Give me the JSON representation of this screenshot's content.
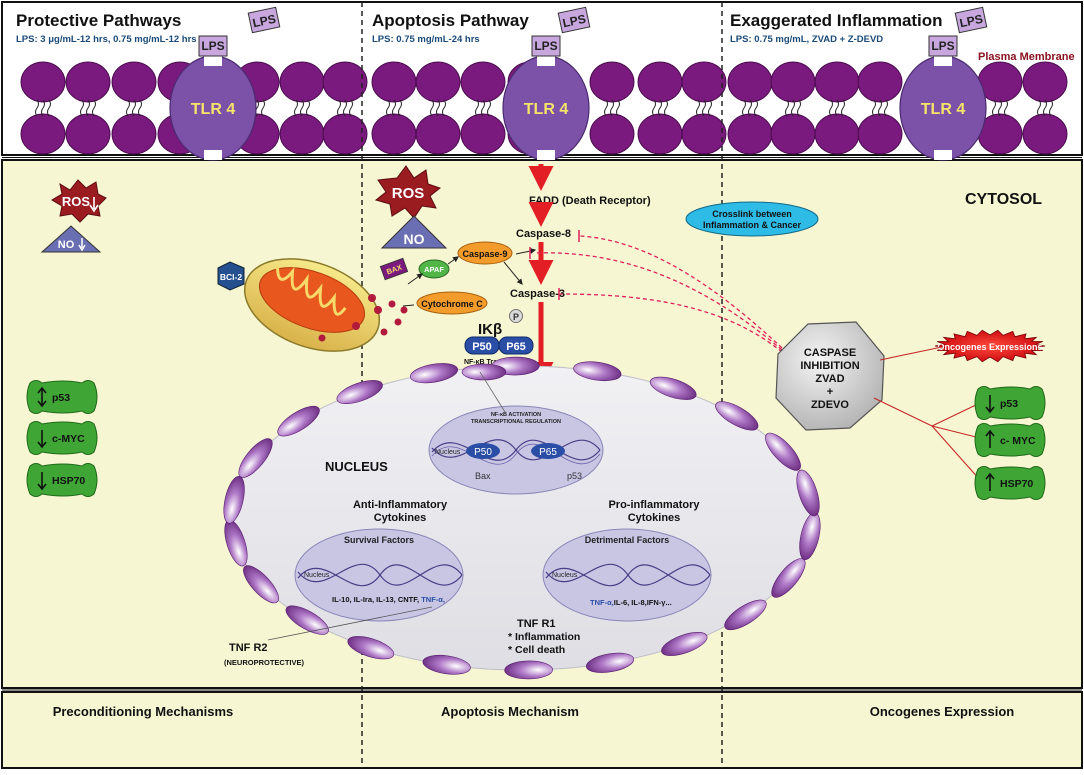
{
  "panels": [
    {
      "title": "Protective Pathways",
      "subtitle": "LPS: 3 μg/mL-12 hrs, 0.75 mg/mL-12 hrs",
      "footer": "Preconditioning Mechanisms"
    },
    {
      "title": "Apoptosis Pathway",
      "subtitle": "LPS: 0.75 mg/mL-24 hrs",
      "footer": "Apoptosis Mechanism"
    },
    {
      "title": "Exaggerated Inflammation",
      "subtitle": "LPS: 0.75 mg/mL, ZVAD + Z-DEVD",
      "footer": "Oncogenes Expression"
    }
  ],
  "lps_label": "LPS",
  "tlr_label": "TLR 4",
  "plasma_membrane_label": "Plasma Membrane",
  "cytosol_label": "CYTOSOL",
  "protective": {
    "ros": "ROS",
    "no": "NO",
    "markers": [
      "p53",
      "c-MYC",
      "HSP70"
    ],
    "marker_directions": [
      "updown",
      "down",
      "down"
    ]
  },
  "apoptosis": {
    "ros": "ROS",
    "no": "NO",
    "fadd": "FADD (Death Receptor)",
    "caspase8": "Caspase-8",
    "caspase9": "Caspase-9",
    "caspase3": "Caspase-3",
    "apaf": "APAF",
    "cytochrome": "Cytochrome C",
    "bcl2": "BCl-2",
    "bax": "BAX",
    "ikb": "IKβ",
    "ikb_p": "P",
    "p50": "P50",
    "p65": "P65",
    "nfkb_translocation": "NF-κB Translocation"
  },
  "nucleus": {
    "label": "NUCLEUS",
    "central_heading_1": "NF-κB ACTIVATION",
    "central_heading_2": "TRANSCRIPTIONAL REGULATION",
    "central_side": "Nucleus",
    "p50": "P50",
    "p65": "P65",
    "bax": "Bax",
    "p53": "p53",
    "anti_inflammatory_1": "Anti-Inflammatory",
    "anti_inflammatory_2": "Cytokines",
    "pro_inflammatory_1": "Pro-inflammatory",
    "pro_inflammatory_2": "Cytokines",
    "survival_title": "Survival Factors",
    "survival_side": "Nucleus",
    "survival_list": "IL-10, IL-Ira, IL-13, CNTF,",
    "survival_list_blue": "TNF-α,",
    "detrimental_title": "Detrimental Factors",
    "detrimental_side": "Nucleus",
    "detrimental_list_blue": "TNF-α,",
    "detrimental_list": "IL-6, IL-8,IFN-γ...",
    "tnfr2": "TNF R2",
    "tnfr2_note": "(NEUROPROTECTIVE)",
    "tnfr1": "TNF R1",
    "tnfr1_note1": "* Inflammation",
    "tnfr1_note2": "* Cell death"
  },
  "inflammation": {
    "crosslink_1": "Crosslink between",
    "crosslink_2": "Inflammation & Cancer",
    "caspase_inhibition": [
      "CASPASE",
      "INHIBITION",
      "ZVAD",
      "+",
      "ZDEVO"
    ],
    "oncogenes": "Oncogenes Expressions",
    "markers": [
      "p53",
      "c- MYC",
      "HSP70"
    ],
    "marker_directions": [
      "down",
      "up",
      "up"
    ]
  },
  "colors": {
    "membrane_purple": "#7a1a7e",
    "tlr_purple": "#7b52a8",
    "lps_box": "#c7a7de",
    "cytosol": "#f7f6d2",
    "ros_red": "#9a1b20",
    "no_blue": "#6a6fb3",
    "marker_green": "#3fa535",
    "caspase_orange": "#f39b2b",
    "crosslink_cyan": "#2ebbe6",
    "arrow_red": "#e31e24",
    "nucleus_gray": "#e8e8ec",
    "dna_oval": "#c9c6e4",
    "p_blue": "#2a4ea6",
    "plasma_membrane_text": "#8a1220"
  }
}
